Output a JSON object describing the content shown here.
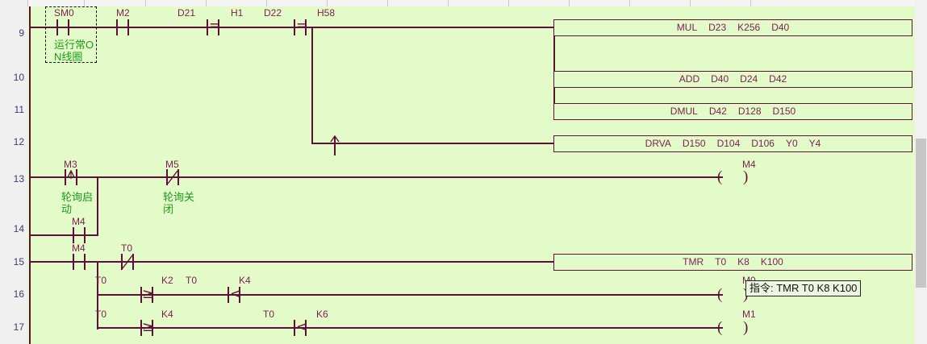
{
  "editor": {
    "name": "ladder-logic-editor",
    "background_color": "#e3fbc9",
    "line_color": "#5d1039",
    "label_color": "#7b1f52",
    "comment_color": "#1a9a1a",
    "gutter_color": "#f0f0f0"
  },
  "rung_numbers": [
    "9",
    "10",
    "11",
    "12",
    "13",
    "14",
    "15",
    "16",
    "17"
  ],
  "rungs": [
    {
      "number": "9",
      "contacts": [
        {
          "label": "SM0",
          "type": "no",
          "comment": "运行常ON线圈",
          "selected": true
        },
        {
          "label": "M2",
          "type": "no"
        },
        {
          "label": "D21",
          "type": "compare",
          "op": "=",
          "operand": "H1"
        },
        {
          "label": "D22",
          "type": "compare",
          "op": "=",
          "operand": "H58"
        }
      ],
      "instruction": {
        "mnemonic": "MUL",
        "operands": [
          "D23",
          "K256",
          "D40"
        ]
      }
    },
    {
      "number": "10",
      "instruction": {
        "mnemonic": "ADD",
        "operands": [
          "D40",
          "D24",
          "D42"
        ]
      }
    },
    {
      "number": "11",
      "instruction": {
        "mnemonic": "DMUL",
        "operands": [
          "D42",
          "D128",
          "D150"
        ]
      }
    },
    {
      "number": "12",
      "cursor": "up-arrow",
      "instruction": {
        "mnemonic": "DRVA",
        "operands": [
          "D150",
          "D104",
          "D106",
          "Y0",
          "Y4"
        ]
      }
    },
    {
      "number": "13",
      "contacts": [
        {
          "label": "M3",
          "type": "rising-edge",
          "comment": "轮询启动"
        },
        {
          "label": "M5",
          "type": "nc",
          "comment": "轮询关闭"
        }
      ],
      "coil": {
        "label": "M4"
      }
    },
    {
      "number": "14",
      "contacts": [
        {
          "label": "M4",
          "type": "no"
        }
      ]
    },
    {
      "number": "15",
      "contacts": [
        {
          "label": "M4",
          "type": "no"
        },
        {
          "label": "T0",
          "type": "nc"
        }
      ],
      "instruction": {
        "mnemonic": "TMR",
        "operands": [
          "T0",
          "K8",
          "K100"
        ]
      }
    },
    {
      "number": "16",
      "contacts": [
        {
          "label": "T0",
          "type": "compare",
          "op": "≥",
          "operand": "K2"
        },
        {
          "label": "T0",
          "type": "compare",
          "op": "<",
          "operand": "K4"
        }
      ],
      "coil": {
        "label": "M0"
      }
    },
    {
      "number": "17",
      "contacts": [
        {
          "label": "T0",
          "type": "compare",
          "op": "≥",
          "operand": "K4"
        },
        {
          "label": "T0",
          "type": "compare",
          "op": "<",
          "operand": "K6"
        }
      ],
      "coil": {
        "label": "M1"
      }
    }
  ],
  "tooltip": {
    "text": "指令: TMR  T0  K8  K100"
  },
  "labels": {
    "sm0": "SM0",
    "m2": "M2",
    "d21": "D21",
    "h1": "H1",
    "d22": "D22",
    "h58": "H58",
    "cmp_eq1": "=",
    "cmp_eq2": "=",
    "mul": "MUL",
    "mul_a": "D23",
    "mul_b": "K256",
    "mul_c": "D40",
    "add": "ADD",
    "add_a": "D40",
    "add_b": "D24",
    "add_c": "D42",
    "dmul": "DMUL",
    "dmul_a": "D42",
    "dmul_b": "D128",
    "dmul_c": "D150",
    "drva": "DRVA",
    "drva_a": "D150",
    "drva_b": "D104",
    "drva_c": "D106",
    "drva_d": "Y0",
    "drva_e": "Y4",
    "m3": "M3",
    "m5": "M5",
    "m4_coil": "M4",
    "m4_b": "M4",
    "m4_c": "M4",
    "t0_a": "T0",
    "t0_b": "T0",
    "k2": "K2",
    "t0_c": "T0",
    "k4a": "K4",
    "t0_d": "T0",
    "k4b": "K4",
    "t0_e": "T0",
    "k6": "K6",
    "cmp_ge1": "≥",
    "cmp_lt1": "<",
    "cmp_ge2": "≥",
    "cmp_lt2": "<",
    "tmr": "TMR",
    "tmr_a": "T0",
    "tmr_b": "K8",
    "tmr_c": "K100",
    "m0_coil": "M0",
    "m1_coil": "M1",
    "cmt_sm0": "运行常ON线圈",
    "cmt_m3": "轮询启动",
    "cmt_m5": "轮询关闭"
  }
}
